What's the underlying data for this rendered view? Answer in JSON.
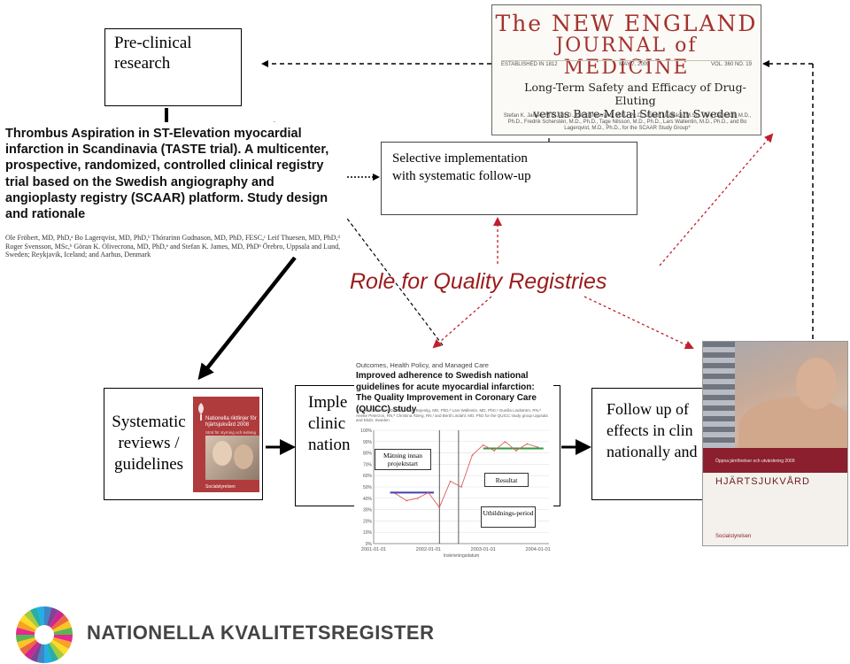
{
  "preclinical": {
    "line1": "Pre-clinical",
    "line2": "research"
  },
  "selective": {
    "line1": "Selective implementation",
    "line2": "with systematic follow-up"
  },
  "nejm": {
    "title1": "The NEW ENGLAND",
    "title2": "JOURNAL of MEDICINE",
    "date_left": "ESTABLISHED IN 1812",
    "date_mid": "MAY 7, 2009",
    "date_right": "VOL. 360 NO. 19",
    "article1": "Long-Term Safety and Efficacy of Drug-Eluting",
    "article2": "versus Bare-Metal Stents in Sweden",
    "authors": "Stefan K. James, M.D., Ph.D., Ulf Stenestrand, M.D., Ph.D., Johan Lindbäck, M.Sc., Jörg Carlsson, M.D., Ph.D., Fredrik Scherstén, M.D., Ph.D., Tage Nilsson, M.D., Ph.D., Lars Wallentin, M.D., Ph.D., and Bo Lagerqvist, M.D., Ph.D., for the SCAAR Study Group*"
  },
  "taste": {
    "title": "Thrombus Aspiration in ST-Elevation myocardial infarction in Scandinavia (TASTE trial). A multicenter, prospective, randomized, controlled clinical registry trial based on the Swedish angiography and angioplasty registry (SCAAR) platform. Study design and rationale",
    "authors": "Ole Fröbert, MD, PhD,ᵃ Bo Lagerqvist, MD, PhD,ᵇ Thórarinn Gudnason, MD, PhD, FESC,ᶜ Leif Thuesen, MD, PhD,ᵈ Roger Svensson, MSc,ᵇ Göran K. Olivecrona, MD, PhD,ᵉ and Stefan K. James, MD, PhDᵇ Örebro, Uppsala and Lund, Sweden; Reykjavik, Iceland; and Aarhus, Denmark"
  },
  "role": "Role for Quality Registries",
  "systematic": {
    "line1": "Systematic",
    "line2": "reviews /",
    "line3": "guidelines"
  },
  "guideline_cover": {
    "title": "Nationella riktlinjer för hjärtsjukvård 2008",
    "sub": "Stöd för styrning och ledning",
    "logo": "Socialstyrelsen"
  },
  "impl": {
    "line1": "Imple",
    "line2": "clinic",
    "line3": "nation"
  },
  "quicc": {
    "journal": "Outcomes, Health Policy, and Managed Care",
    "title": "Improved adherence to Swedish national guidelines for acute myocardial infarction: The Quality Improvement in Coronary Care (QUICC) study",
    "authors": "Richard Carlhed, MD, MSc,ᵃ Alan Bojestig, MD, PhD,ᵇ Lars Wallentin, MD, PhD,ᶜ Gunilla Lindström, RN,ᵈ Anette Peterzon, RN,ᵉ Christina Åberg, RN,ᶠ and Bertil Lindahl, MD, PhD for the QUICC study group Uppsala and Ekdö, Sweden",
    "note_matning": "Mätning innan projektstart",
    "note_resultat": "Resultat",
    "note_utb": "Utbildnings-period",
    "xlabel": "Inskrivningsdatum"
  },
  "chart_data": {
    "type": "line",
    "title": "",
    "xlabel": "Inskrivningsdatum",
    "ylabel": "",
    "x_ticks": [
      "2001-01-01",
      "2002-01-01",
      "2003-01-01",
      "2004-01-01"
    ],
    "y_ticks": [
      "0%",
      "10%",
      "20%",
      "30%",
      "40%",
      "50%",
      "60%",
      "70%",
      "80%",
      "90%",
      "100%"
    ],
    "ylim": [
      0,
      100
    ],
    "series": [
      {
        "x": [
          2001.4,
          2001.6,
          2001.8,
          2002.0,
          2002.2,
          2002.4,
          2002.6,
          2002.8,
          2003.0,
          2003.2,
          2003.4,
          2003.6,
          2003.8,
          2004.0
        ],
        "values": [
          44,
          38,
          40,
          45,
          32,
          55,
          50,
          78,
          87,
          82,
          90,
          82,
          88,
          85
        ]
      }
    ],
    "reference_lines": [
      {
        "x_start": 2001.3,
        "x_end": 2002.1,
        "value": 45,
        "color": "#4040b0"
      },
      {
        "x_start": 2003.0,
        "x_end": 2004.1,
        "value": 84,
        "color": "#2e9b3a"
      }
    ]
  },
  "followup": {
    "line1": "Follow up of",
    "line2": "effects in clin",
    "line3": "nationally and"
  },
  "hj_cover": {
    "sub": "Öppna jämförelser och utvärdering 2009",
    "title": "HJÄRTSJUKVÅRD",
    "logo": "Socialstyrelsen"
  },
  "logo_text": "NATIONELLA KVALITETSREGISTER",
  "colors": {
    "role": "#9b1b1b",
    "nejm": "#a3322c",
    "arrow": "#000000",
    "red_arrow": "#c0202a"
  }
}
